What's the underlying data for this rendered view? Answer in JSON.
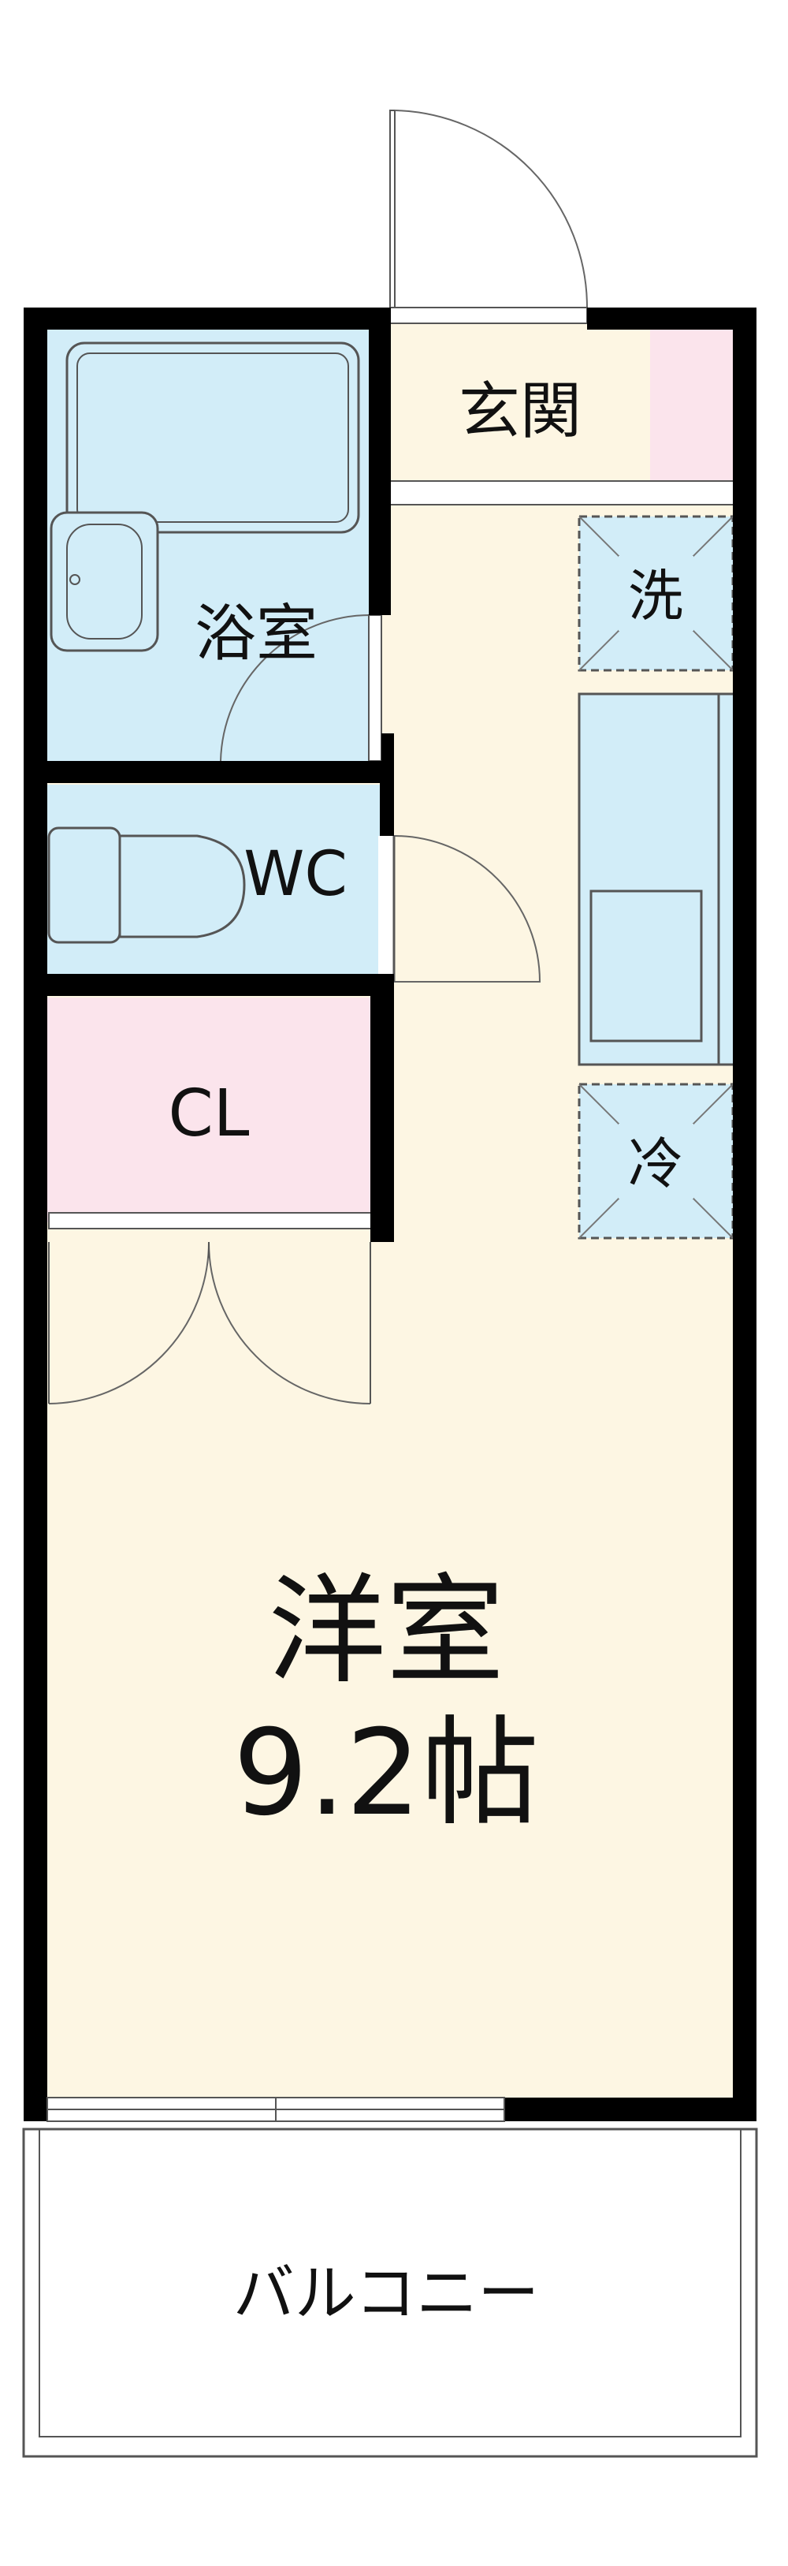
{
  "rooms": {
    "genkan": "玄関",
    "bath": "浴室",
    "wc": "WC",
    "closet": "CL",
    "washer": "洗",
    "fridge": "冷",
    "main_room_name": "洋室",
    "main_room_size": "9.2帖",
    "balcony": "バルコニー"
  },
  "colors": {
    "main_room": "#fdf6e3",
    "bath": "#d2edf8",
    "closet": "#fbe4ec",
    "genkan": "#fdf6e3",
    "wall": "#000000"
  }
}
